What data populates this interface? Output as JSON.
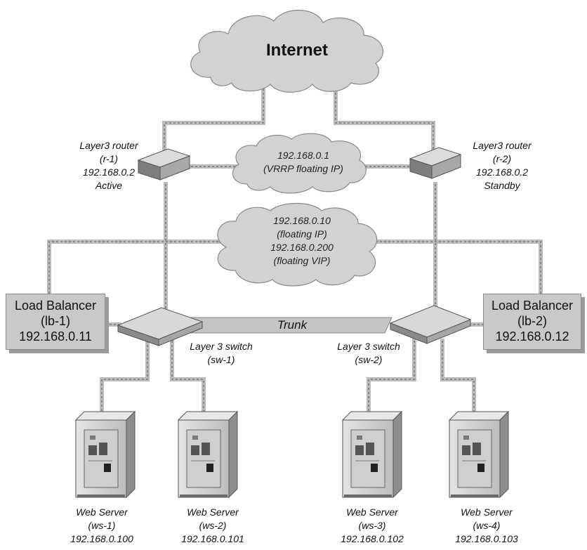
{
  "internet": {
    "label": "Internet"
  },
  "routers": [
    {
      "lines": [
        "Layer3 router",
        "(r-1)",
        "192.168.0.2",
        "Active"
      ]
    },
    {
      "lines": [
        "Layer3 router",
        "(r-2)",
        "192.168.0.2",
        "Standby"
      ]
    }
  ],
  "vrrp_cloud": {
    "lines": [
      "192.168.0.1",
      "(VRRP floating IP)"
    ]
  },
  "vip_cloud": {
    "lines": [
      "192.168.0.10",
      "(floating IP)",
      "192.168.0.200",
      "(floating VIP)"
    ]
  },
  "load_balancers": [
    {
      "lines": [
        "Load Balancer",
        "(lb-1)",
        "192.168.0.11"
      ]
    },
    {
      "lines": [
        "Load Balancer",
        "(lb-2)",
        "192.168.0.12"
      ]
    }
  ],
  "trunk": {
    "label": "Trunk"
  },
  "switches": [
    {
      "lines": [
        "Layer 3 switch",
        "(sw-1)"
      ]
    },
    {
      "lines": [
        "Layer 3 switch",
        "(sw-2)"
      ]
    }
  ],
  "servers": [
    {
      "lines": [
        "Web Server",
        "(ws-1)",
        "192.168.0.100"
      ]
    },
    {
      "lines": [
        "Web Server",
        "(ws-2)",
        "192.168.0.101"
      ]
    },
    {
      "lines": [
        "Web Server",
        "(ws-3)",
        "192.168.0.102"
      ]
    },
    {
      "lines": [
        "Web Server",
        "(ws-4)",
        "192.168.0.103"
      ]
    }
  ]
}
